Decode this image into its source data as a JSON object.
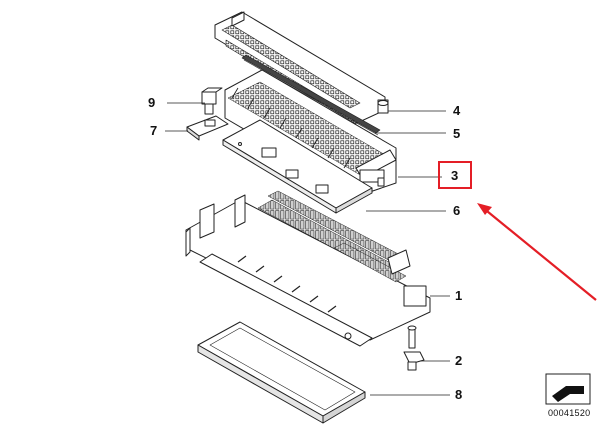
{
  "parts": [
    {
      "num": "1"
    },
    {
      "num": "2"
    },
    {
      "num": "3"
    },
    {
      "num": "4"
    },
    {
      "num": "5"
    },
    {
      "num": "6"
    },
    {
      "num": "7"
    },
    {
      "num": "8"
    },
    {
      "num": "9"
    }
  ],
  "highlight": {
    "part": "3",
    "color": "#e41e26"
  },
  "catalog_code": "00041520"
}
